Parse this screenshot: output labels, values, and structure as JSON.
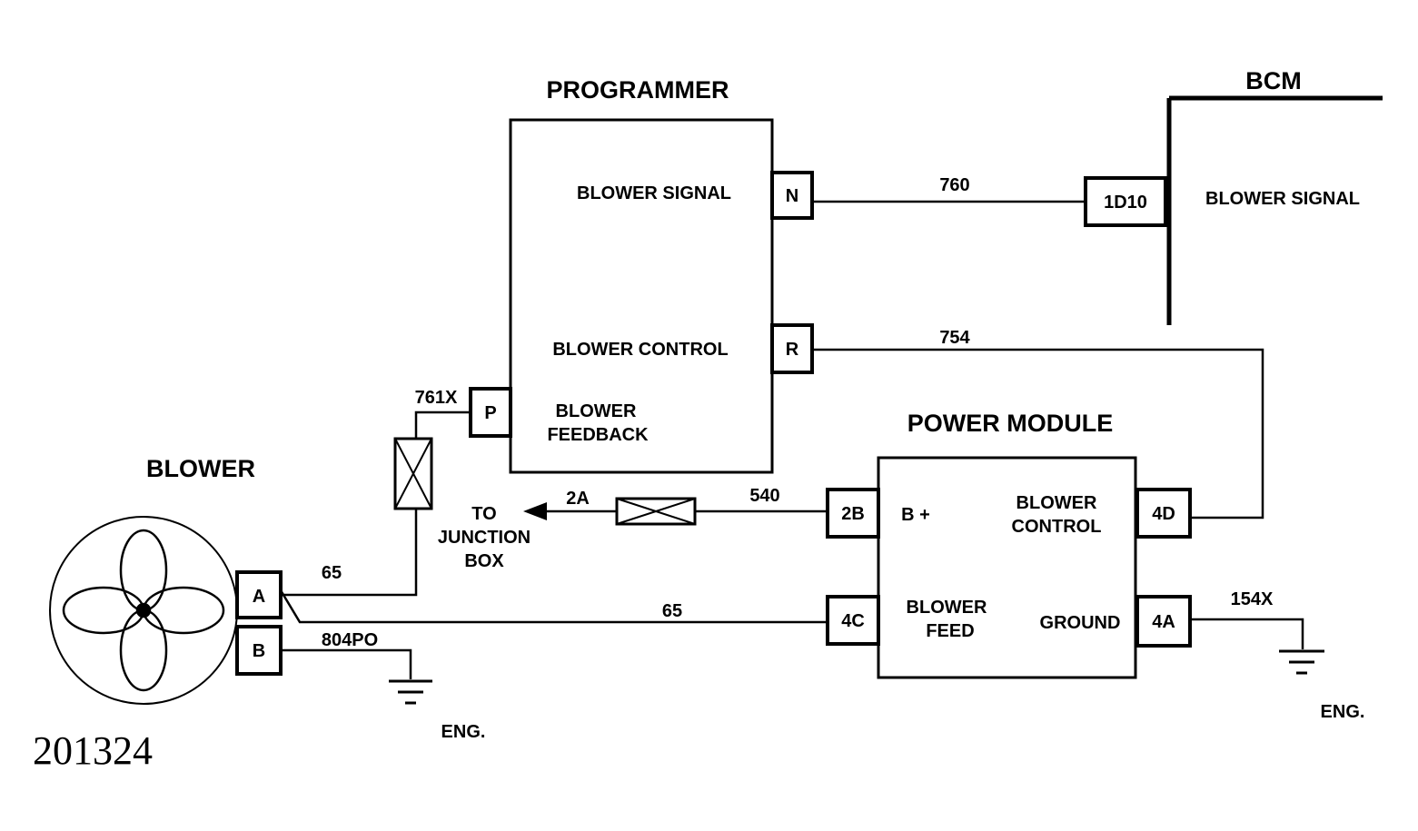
{
  "figure_number": "201324",
  "components": {
    "programmer": {
      "title": "PROGRAMMER",
      "labels": {
        "blower_signal": "BLOWER SIGNAL",
        "blower_control": "BLOWER CONTROL",
        "blower_feedback_1": "BLOWER",
        "blower_feedback_2": "FEEDBACK"
      },
      "pins": {
        "n": "N",
        "r": "R",
        "p": "P"
      }
    },
    "bcm": {
      "title": "BCM",
      "labels": {
        "blower_signal": "BLOWER SIGNAL"
      },
      "pins": {
        "d10": "1D10"
      }
    },
    "power_module": {
      "title": "POWER MODULE",
      "labels": {
        "b_plus": "B +",
        "blower_control_1": "BLOWER",
        "blower_control_2": "CONTROL",
        "blower_feed_1": "BLOWER",
        "blower_feed_2": "FEED",
        "ground": "GROUND"
      },
      "pins": {
        "p2b": "2B",
        "p4d": "4D",
        "p4c": "4C",
        "p4a": "4A"
      }
    },
    "blower": {
      "title": "BLOWER",
      "pins": {
        "a": "A",
        "b": "B"
      }
    }
  },
  "wires": {
    "w760": "760",
    "w754": "754",
    "w761x": "761X",
    "w540": "540",
    "w2a": "2A",
    "w65_upper": "65",
    "w65_lower": "65",
    "w804po": "804PO",
    "w154x": "154X"
  },
  "junction": {
    "line1": "TO",
    "line2": "JUNCTION",
    "line3": "BOX"
  },
  "grounds": {
    "left": "ENG.",
    "right": "ENG."
  }
}
